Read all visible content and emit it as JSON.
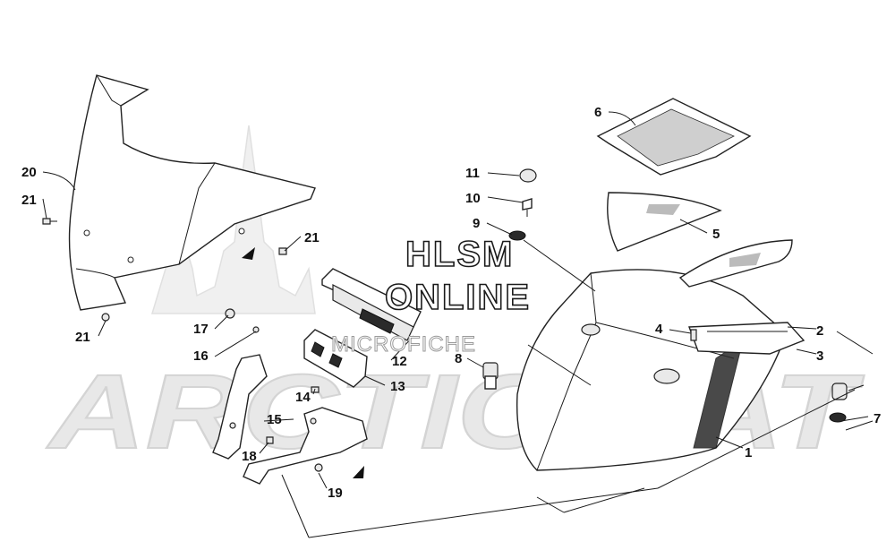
{
  "watermark": {
    "line1": "HLSM",
    "line2": "ONLINE",
    "line3": "MICROFICHE"
  },
  "background_logo": "ARCTIC CAT",
  "callouts": [
    {
      "id": "c1",
      "label": "1"
    },
    {
      "id": "c2",
      "label": "2"
    },
    {
      "id": "c3",
      "label": "3"
    },
    {
      "id": "c4",
      "label": "4"
    },
    {
      "id": "c5",
      "label": "5"
    },
    {
      "id": "c6",
      "label": "6"
    },
    {
      "id": "c7",
      "label": "7"
    },
    {
      "id": "c8",
      "label": "8"
    },
    {
      "id": "c9",
      "label": "9"
    },
    {
      "id": "c10",
      "label": "10"
    },
    {
      "id": "c11",
      "label": "11"
    },
    {
      "id": "c12",
      "label": "12"
    },
    {
      "id": "c13",
      "label": "13"
    },
    {
      "id": "c14",
      "label": "14"
    },
    {
      "id": "c15",
      "label": "15"
    },
    {
      "id": "c16",
      "label": "16"
    },
    {
      "id": "c17",
      "label": "17"
    },
    {
      "id": "c18",
      "label": "18"
    },
    {
      "id": "c19",
      "label": "19"
    },
    {
      "id": "c20",
      "label": "20"
    },
    {
      "id": "c21a",
      "label": "21"
    },
    {
      "id": "c21b",
      "label": "21"
    },
    {
      "id": "c21c",
      "label": "21"
    }
  ]
}
